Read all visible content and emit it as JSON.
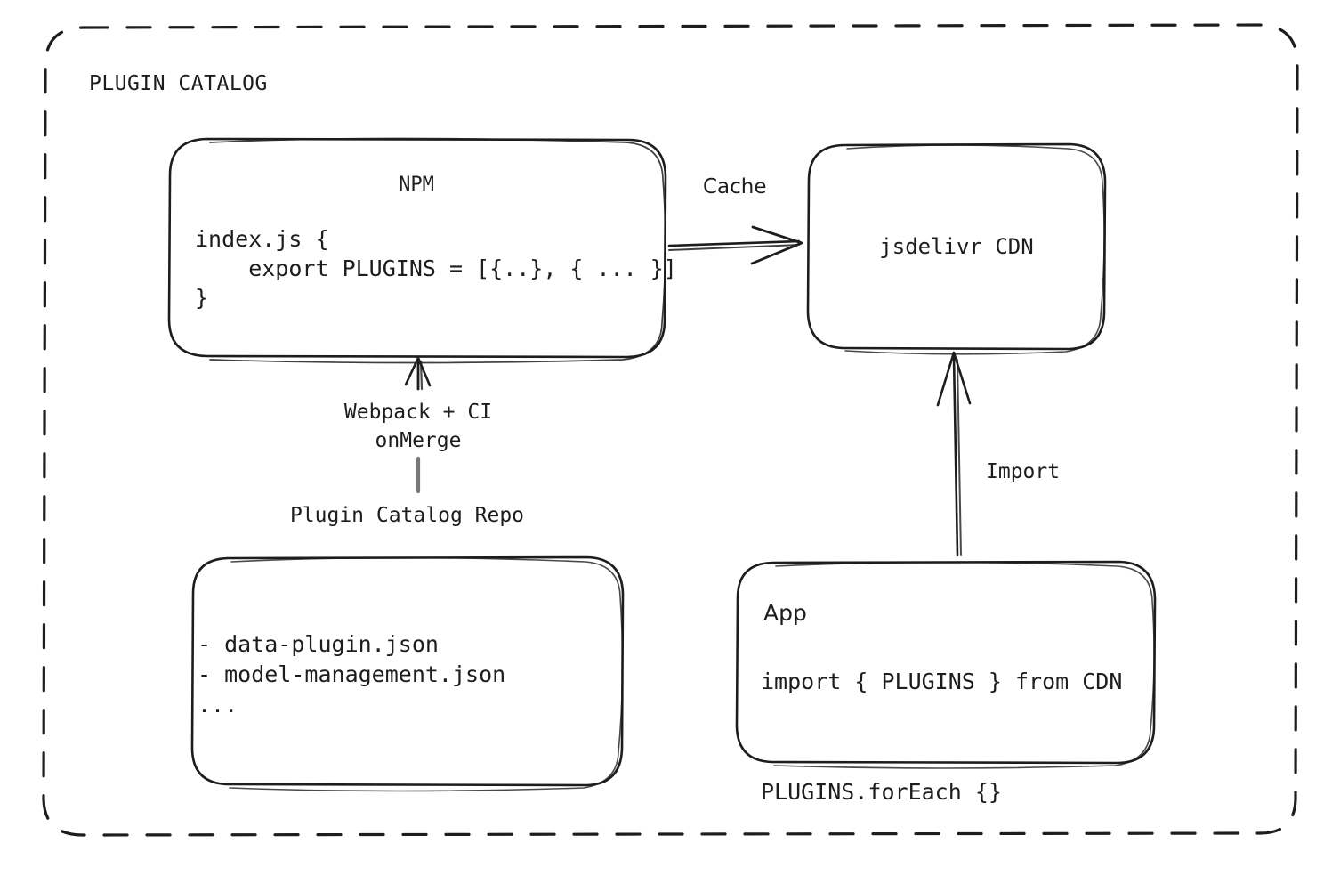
{
  "diagram": {
    "group_title": "PLUGIN CATALOG",
    "stroke_color": "#1d1d1d",
    "background_color": "#ffffff"
  },
  "nodes": {
    "npm": {
      "title": "NPM",
      "code": "index.js {\n    export PLUGINS = [{..}, { ... }]\n}"
    },
    "cdn": {
      "title": "jsdelivr CDN"
    },
    "repo": {
      "title": "Plugin Catalog Repo",
      "code": "- data-plugin.json\n- model-management.json\n..."
    },
    "app": {
      "title": "App",
      "code": "import { PLUGINS } from CDN\n\nPLUGINS.forEach {}"
    }
  },
  "edges": {
    "npm_to_cdn": {
      "label": "Cache"
    },
    "repo_to_npm": {
      "label": "Webpack + CI\nonMerge"
    },
    "app_to_cdn": {
      "label": "Import"
    }
  }
}
